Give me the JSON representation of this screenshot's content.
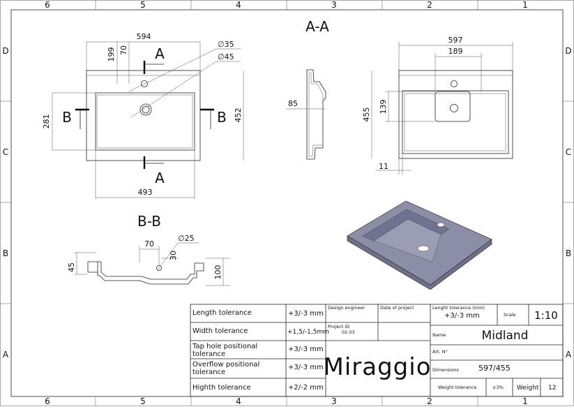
{
  "frame": {
    "columns": [
      "6",
      "5",
      "4",
      "3",
      "2",
      "1"
    ],
    "rows": [
      "D",
      "C",
      "B",
      "A"
    ]
  },
  "views": {
    "section_aa": "A-A",
    "section_bb": "B-B",
    "cut_a": "A",
    "cut_b": "B"
  },
  "top_view": {
    "overall_width": "594",
    "tap_offset": "199",
    "tap_hole_offset": "70",
    "tap_hole_dia": "∅35",
    "drain_dia": "∅45",
    "overall_depth": "452",
    "bowl_depth": "281",
    "bowl_width": "493"
  },
  "side_view": {
    "rim_height": "85"
  },
  "right_view": {
    "overall_width": "597",
    "shelf_width": "189",
    "overall_depth": "455",
    "shelf_depth": "139",
    "edge": "11"
  },
  "section_bb_view": {
    "offset": "70",
    "overflow_dia": "∅25",
    "overflow_height": "30",
    "rim": "45",
    "height": "100"
  },
  "title_block": {
    "tolerances": [
      {
        "label": "Length tolerance",
        "value": "+3/-3 mm"
      },
      {
        "label": "Width tolerance",
        "value": "+1,5/-1,5mm"
      },
      {
        "label": "Tap hole positional tolerance",
        "value": "+3/-3 mm"
      },
      {
        "label": "Overflow positional tolerance",
        "value": "+3/-3 mm"
      },
      {
        "label": "Highth tolerance",
        "value": "+2/-2 mm"
      }
    ],
    "design_engineer_label": "Design engineer",
    "date_label": "Date of project",
    "project_id_label": "Project ID",
    "project_id": "02.03",
    "brand": "Miraggio",
    "length_tol_label": "Lenght tolerance (mm)",
    "length_tol_value": "+3/-3 mm",
    "scale_label": "Scale",
    "scale_value": "1:10",
    "name_label": "Name",
    "name_value": "Midland",
    "art_label": "Art. N°",
    "dimensions_label": "Dimensions",
    "dimensions_value": "597/455",
    "weight_tol_label": "Weight tolerance",
    "weight_tol_value": "±3%",
    "weight_label": "Weight",
    "weight_value": "12"
  },
  "colors": {
    "basin_fill": "#8b8ea6",
    "basin_dark": "#6e7089",
    "line": "#222222"
  }
}
